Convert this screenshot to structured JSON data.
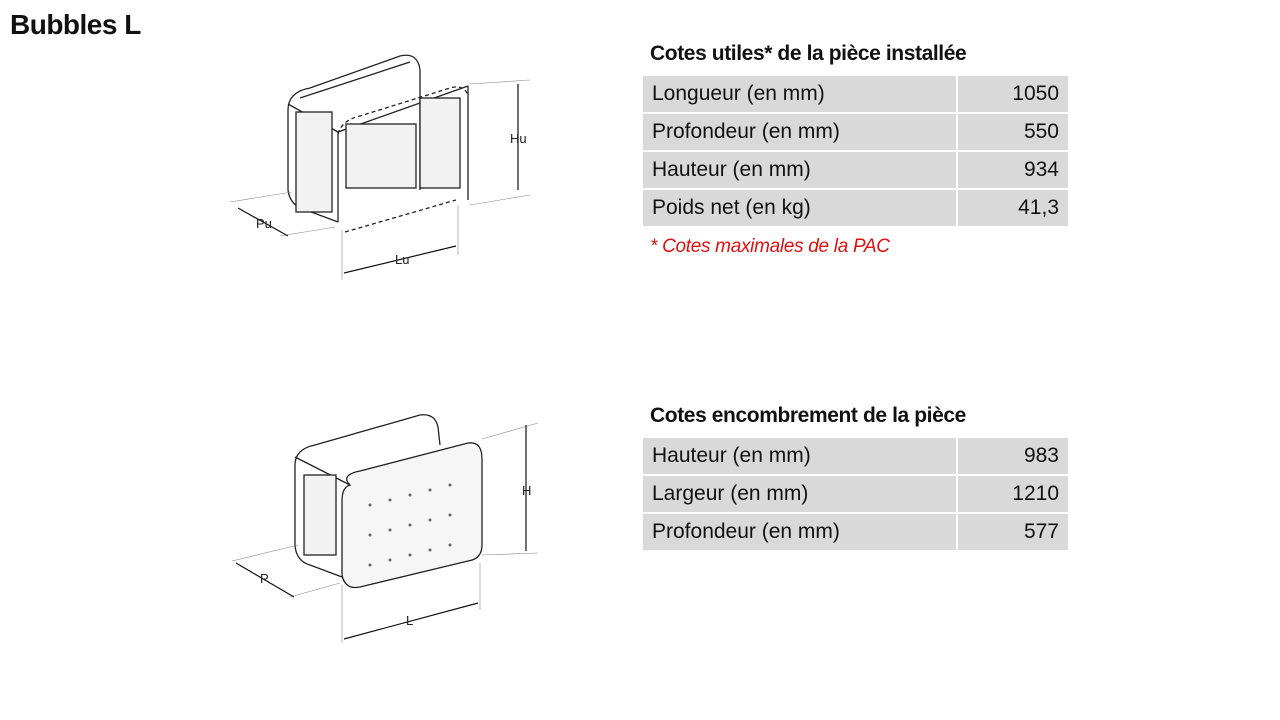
{
  "page_title": "Bubbles L",
  "usable": {
    "heading": "Cotes utiles* de la pièce installée",
    "rows": [
      {
        "label": "Longueur (en mm)",
        "value": "1050"
      },
      {
        "label": "Profondeur (en mm)",
        "value": "550"
      },
      {
        "label": "Hauteur (en mm)",
        "value": "934"
      },
      {
        "label": "Poids net (en kg)",
        "value": "41,3"
      }
    ],
    "footnote": "* Cotes maximales de la PAC",
    "diagram_labels": {
      "height": "Hu",
      "depth": "Pu",
      "length": "Lu"
    }
  },
  "overall": {
    "heading": "Cotes encombrement de la pièce",
    "rows": [
      {
        "label": "Hauteur (en mm)",
        "value": "983"
      },
      {
        "label": "Largeur (en mm)",
        "value": "1210"
      },
      {
        "label": "Profondeur (en mm)",
        "value": "577"
      }
    ],
    "diagram_labels": {
      "height": "H",
      "depth": "P",
      "length": "L"
    }
  },
  "colors": {
    "table_bg": "#d9d9d9",
    "footnote": "#e01010"
  }
}
